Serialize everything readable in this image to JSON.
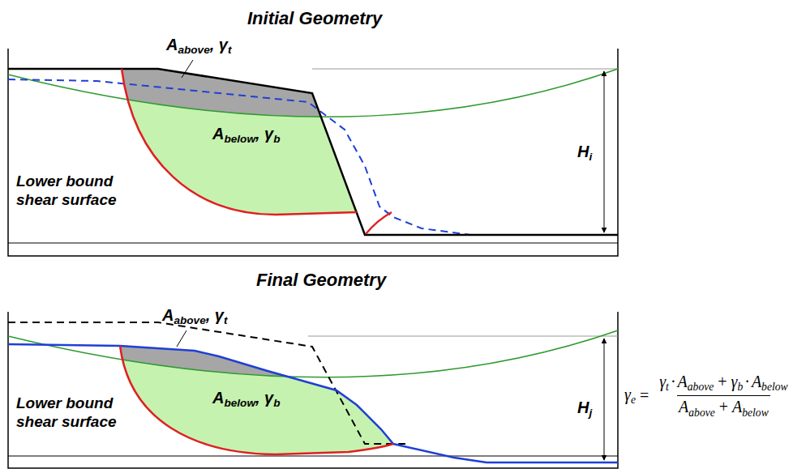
{
  "diagram": {
    "labels": [
      "Initial Geometry",
      "A",
      "above",
      ", γ",
      "t",
      "A",
      "below",
      ", γ",
      "b",
      "Lower bound shear surface",
      "H",
      "i",
      "Final Geometry",
      "A",
      "above",
      ", γ",
      "t",
      "A",
      "below",
      ", γ",
      "b",
      "Lower bound shear surface",
      "H",
      "j",
      "γ",
      "e",
      "=",
      "γ",
      "t",
      "·",
      "A",
      "above",
      "+",
      "γ",
      "b",
      "·",
      "A",
      "below",
      "A",
      "above",
      "+",
      "A",
      "below"
    ]
  }
}
